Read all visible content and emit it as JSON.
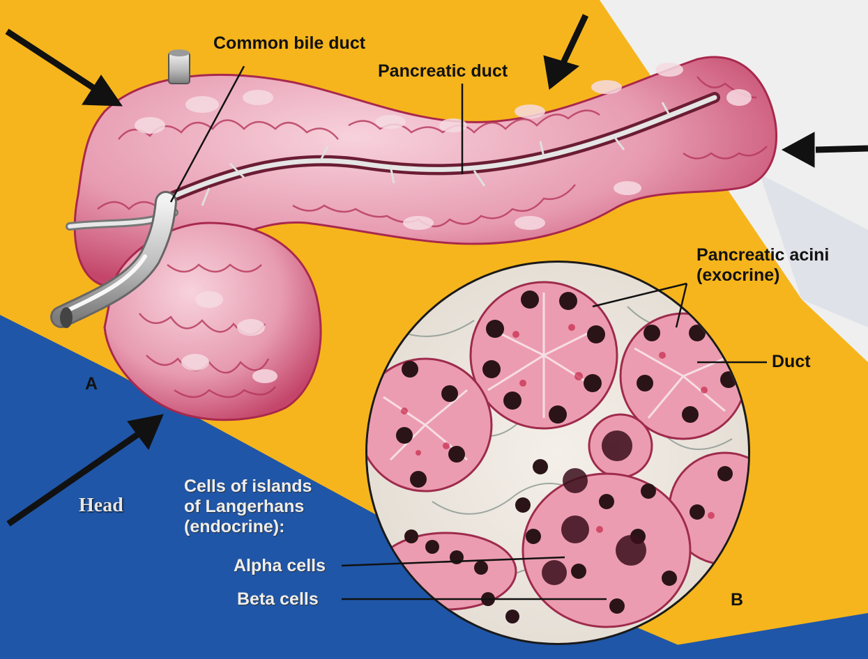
{
  "labels": {
    "common_bile_duct": "Common bile duct",
    "pancreatic_duct": "Pancreatic duct",
    "pancreatic_acini_line1": "Pancreatic acini",
    "pancreatic_acini_line2": "(exocrine)",
    "duct": "Duct",
    "panel_a": "A",
    "panel_b": "B",
    "head": "Head",
    "islands_line1": "Cells of islands",
    "islands_line2": "of Langerhans",
    "islands_line3": "(endocrine):",
    "alpha_cells": "Alpha cells",
    "beta_cells": "Beta cells"
  },
  "colors": {
    "background_yellow": "#f6b51c",
    "background_blue": "#1f56a8",
    "background_white": "#f1f1f1",
    "tissue_pink": "#e9a0b4",
    "tissue_dark": "#b8305a",
    "duct_gray": "#cfcfcf",
    "nucleus": "#2a1418"
  }
}
